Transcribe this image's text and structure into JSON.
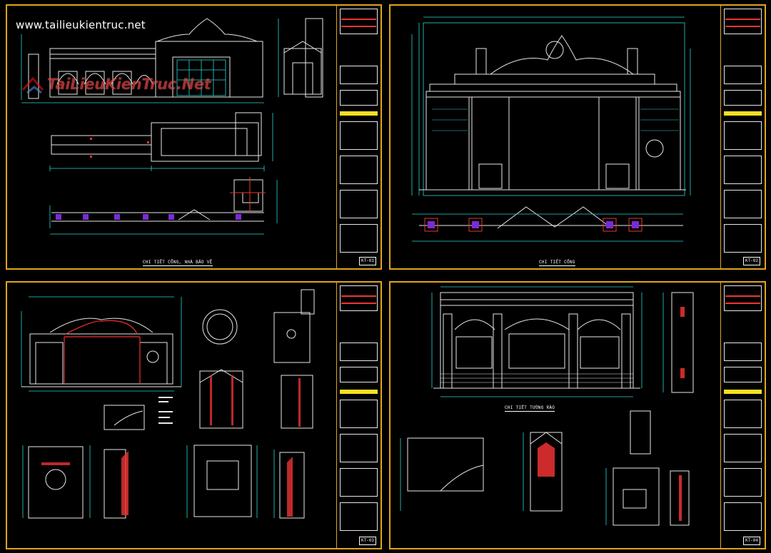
{
  "site": {
    "url": "www.tailieukientruc.net",
    "watermark": "TaiLieuKienTruc.Net"
  },
  "colors": {
    "frame": "#e0a41c",
    "line": "#e8e8e8",
    "dim": "#28d6d6",
    "accent": "#e33"
  },
  "sheets": [
    {
      "id": "sheet-1",
      "caption": "CHI TIẾT CỔNG, NHÀ BẢO VỆ",
      "number": "KT-01"
    },
    {
      "id": "sheet-2",
      "caption": "CHI TIẾT CỔNG",
      "number": "KT-02"
    },
    {
      "id": "sheet-3",
      "caption": "",
      "number": "KT-03"
    },
    {
      "id": "sheet-4",
      "caption": "CHI TIẾT TƯỜNG RÀO",
      "number": "KT-04"
    }
  ]
}
